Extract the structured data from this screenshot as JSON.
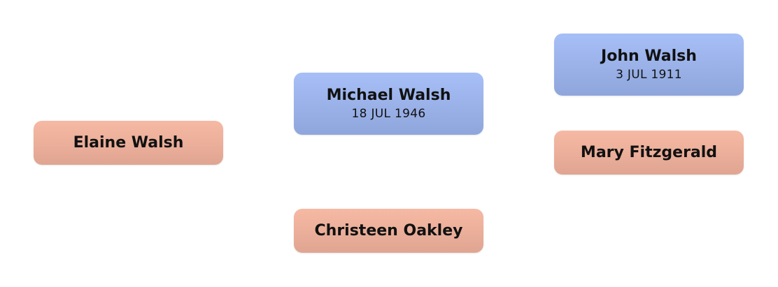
{
  "people": {
    "elaine": {
      "name": "Elaine Walsh"
    },
    "michael": {
      "name": "Michael Walsh",
      "date": "18 JUL 1946"
    },
    "christeen": {
      "name": "Christeen Oakley"
    },
    "john": {
      "name": "John Walsh",
      "date": "3 JUL 1911"
    },
    "mary": {
      "name": "Mary Fitzgerald"
    }
  },
  "colors": {
    "male_top": "#a7bff7",
    "male_bottom": "#8fa6dc",
    "female_top": "#f6b9a3",
    "female_bottom": "#e0a592",
    "text": "#111111",
    "background": "#ffffff"
  }
}
